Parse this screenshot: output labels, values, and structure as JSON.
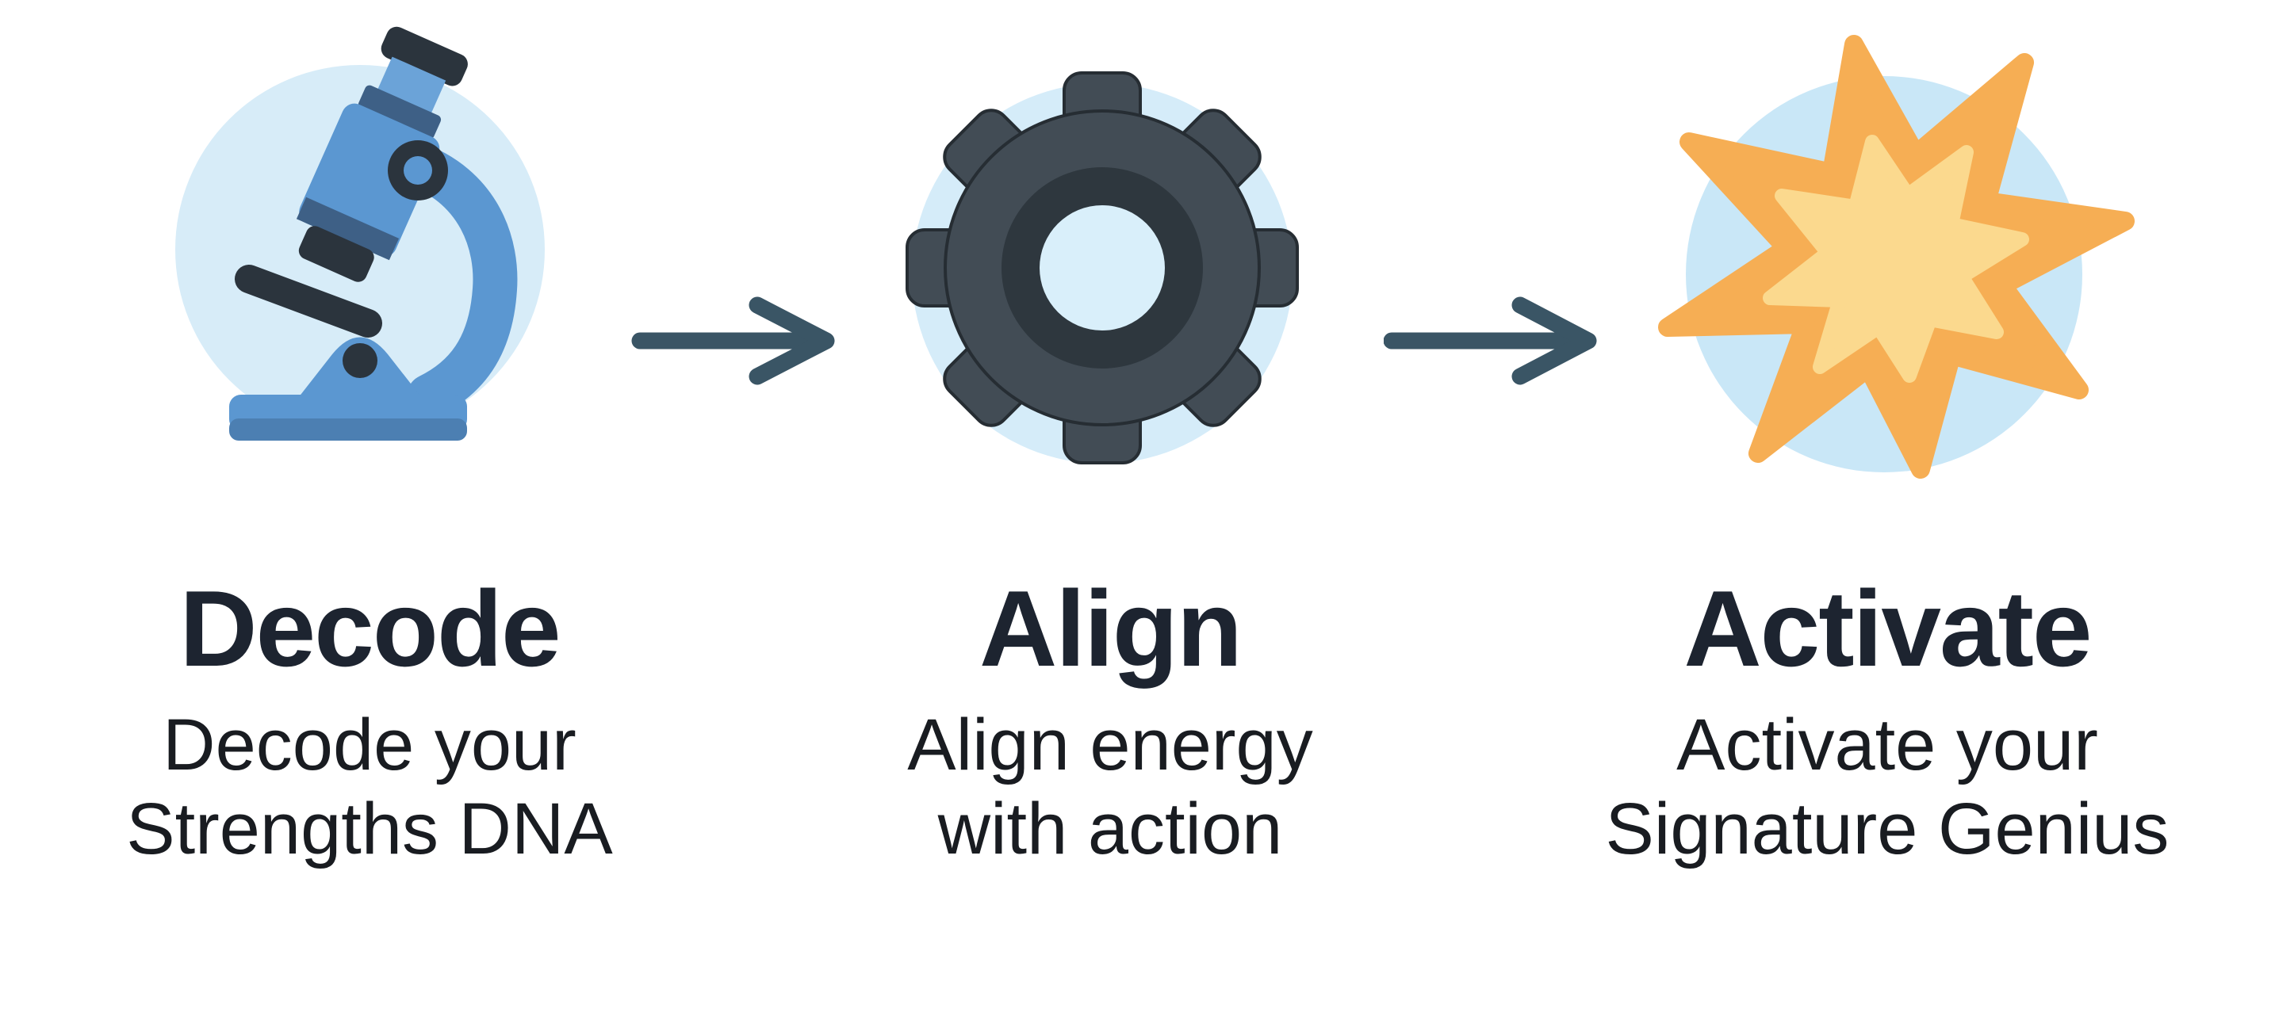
{
  "infographic": {
    "steps": [
      {
        "id": "decode",
        "icon": "microscope-icon",
        "title": "Decode",
        "subtitle_line1": "Decode your",
        "subtitle_line2": "Strengths DNA"
      },
      {
        "id": "align",
        "icon": "gear-icon",
        "title": "Align",
        "subtitle_line1": "Align energy",
        "subtitle_line2": "with action"
      },
      {
        "id": "activate",
        "icon": "starburst-icon",
        "title": "Activate",
        "subtitle_line1": "Activate your",
        "subtitle_line2": "Signature Genius"
      }
    ],
    "connectors": [
      "right-arrow",
      "right-arrow"
    ]
  },
  "colors": {
    "background": "#FFFFFF",
    "title_text": "#1D2430",
    "subtitle_text": "#191C21",
    "arrow": "#3A5565",
    "circle_decode": "#D7ECF8",
    "circle_align": "#D5ECF9",
    "circle_activate": "#C9E7F7",
    "microscope_blue": "#5B97D1",
    "microscope_blue_light": "#6BA3D8",
    "microscope_blue_dark": "#3E6086",
    "microscope_base_shade": "#4C7FB2",
    "microscope_dark": "#2B343D",
    "gear_body": "#424C55",
    "gear_ring": "#2E373E",
    "gear_hole": "#D9EFFA",
    "gear_outline": "#262D33",
    "star_outer": "#F6AE54",
    "star_inner": "#FBD98E"
  }
}
